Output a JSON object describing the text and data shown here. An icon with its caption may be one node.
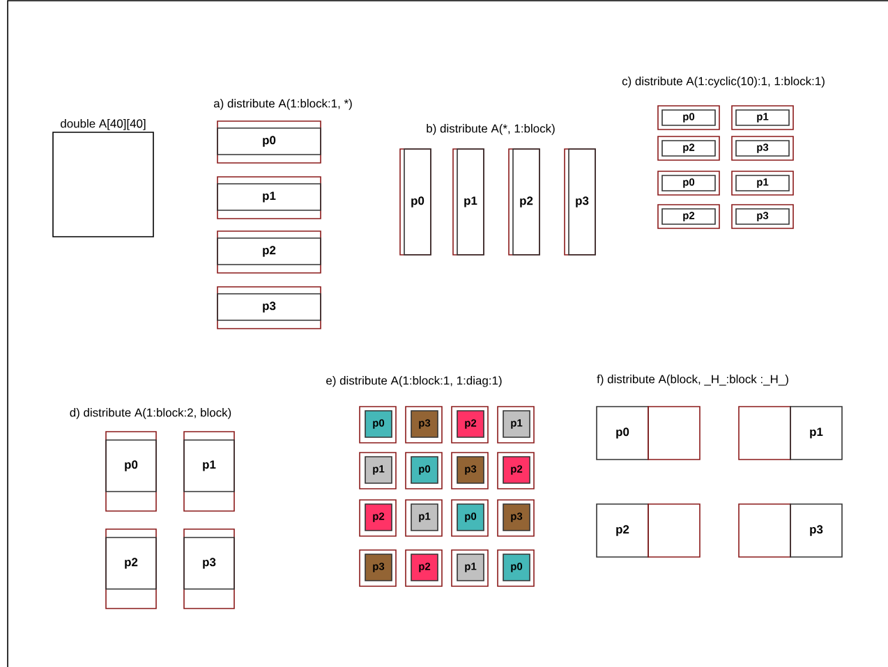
{
  "diagram": {
    "nodes": [
      {
        "text": [
          "double A[40][40]"
        ]
      },
      {
        "text": [
          "p0"
        ]
      },
      {
        "text": [
          "p1"
        ]
      },
      {
        "text": [
          "p2"
        ]
      },
      {
        "text": [
          "p3"
        ]
      },
      {
        "text": [
          "p0"
        ]
      },
      {
        "text": [
          "p1"
        ]
      },
      {
        "text": [
          "p2"
        ]
      },
      {
        "text": [
          "p3"
        ]
      },
      {
        "text": [
          "p0"
        ]
      },
      {
        "text": [
          "p1"
        ]
      },
      {
        "text": [
          "p2"
        ]
      },
      {
        "text": [
          "p3"
        ]
      },
      {
        "text": [
          "p0"
        ]
      },
      {
        "text": [
          "p1"
        ]
      },
      {
        "text": [
          "p2"
        ]
      },
      {
        "text": [
          "p3"
        ]
      },
      {
        "text": [
          "p0"
        ]
      },
      {
        "text": [
          "p1"
        ]
      },
      {
        "text": [
          "p2"
        ]
      },
      {
        "text": [
          "p3"
        ]
      },
      {
        "text": [
          "p0"
        ]
      },
      {
        "text": [
          "p3"
        ]
      },
      {
        "text": [
          "p2"
        ]
      },
      {
        "text": [
          "p1"
        ]
      },
      {
        "text": [
          "p1"
        ]
      },
      {
        "text": [
          "p0"
        ]
      },
      {
        "text": [
          "p3"
        ]
      },
      {
        "text": [
          "p2"
        ]
      },
      {
        "text": [
          "p2"
        ]
      },
      {
        "text": [
          "p1"
        ]
      },
      {
        "text": [
          "p0"
        ]
      },
      {
        "text": [
          "p3"
        ]
      },
      {
        "text": [
          "p3"
        ]
      },
      {
        "text": [
          "p2"
        ]
      },
      {
        "text": [
          "p1"
        ]
      },
      {
        "text": [
          "p0"
        ]
      },
      {
        "text": [
          "p0"
        ]
      },
      {
        "text": [],
        "shape": "box"
      },
      {
        "text": [],
        "shape": "box"
      },
      {
        "text": [
          "p1"
        ]
      },
      {
        "text": [
          "p2"
        ]
      },
      {
        "text": [],
        "shape": "box"
      },
      {
        "text": [],
        "shape": "box"
      },
      {
        "text": [
          "p3"
        ]
      }
    ],
    "labels": [
      "a) distribute A(1:block:1, *)",
      "b) distribute A(*, 1:block)",
      "c) distribute A(1:cyclic(10):1, 1:block:1)",
      "d) distribute A(1:block:2, block)",
      "e) distribute A(1:block:1, 1:diag:1)",
      "f) distribute A(block, _H_:block :_H_)"
    ]
  }
}
